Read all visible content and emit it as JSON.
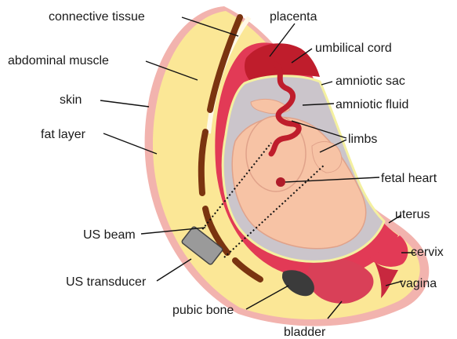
{
  "labels": {
    "connective_tissue": "connective tissue",
    "placenta": "placenta",
    "umbilical_cord": "umbilical cord",
    "abdominal_muscle": "abdominal muscle",
    "amniotic_sac": "amniotic sac",
    "amniotic_fluid": "amniotic fluid",
    "skin": "skin",
    "fat_layer": "fat layer",
    "limbs": "limbs",
    "fetal_heart": "fetal heart",
    "uterus": "uterus",
    "us_beam": "US beam",
    "cervix": "cervix",
    "us_transducer": "US transducer",
    "vagina": "vagina",
    "pubic_bone": "pubic bone",
    "bladder": "bladder"
  },
  "colors": {
    "skin": "#f2b3ae",
    "fat": "#fbe796",
    "muscle": "#7a3410",
    "uterus": "#e23a56",
    "placenta": "#bf1d2c",
    "fluid": "#cbc5cb",
    "fetus": "#f7c3a5",
    "bone": "#3b3b3b",
    "transducer": "#9a9a9a"
  }
}
